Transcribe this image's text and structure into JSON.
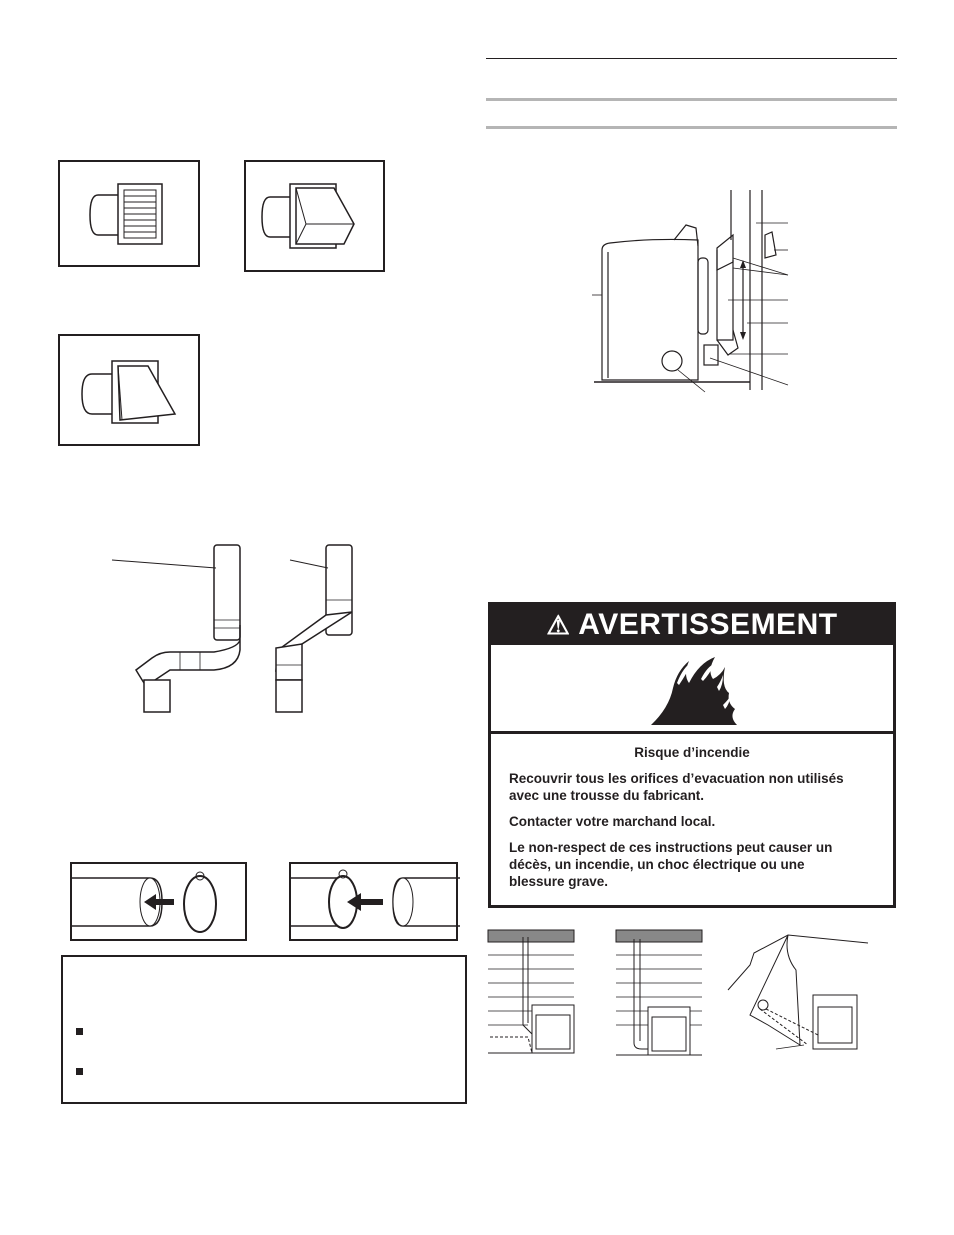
{
  "warning": {
    "heading": "AVERTISSEMENT",
    "title": "Risque d’incendie",
    "paragraphs": [
      "Recouvrir tous les orifices d’evacuation non utilisés avec une trousse du fabricant.",
      "Contacter votre marchand local.",
      "Le non-respect de ces instructions peut causer un décès, un incendie, un choc électrique ou une blessure grave."
    ],
    "icons": [
      "warning-triangle-icon",
      "fire-icon"
    ]
  },
  "colors": {
    "ink": "#231f20",
    "rule_gray": "#b5b5b5"
  }
}
